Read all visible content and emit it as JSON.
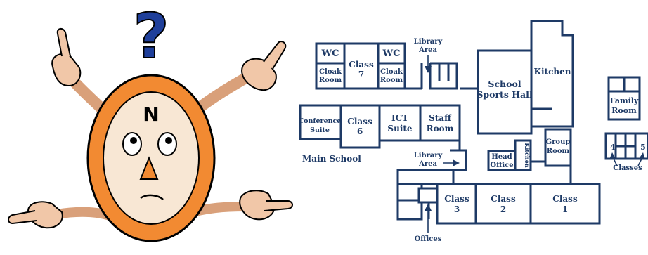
{
  "cartoon": {
    "compass_letter": "N",
    "question_mark": "?"
  },
  "floor_plan": {
    "rooms": {
      "wc_left": "WC",
      "wc_right": "WC",
      "class7_line1": "Class",
      "class7_line2": "7",
      "cloak_left_line1": "Cloak",
      "cloak_left_line2": "Room",
      "cloak_right_line1": "Cloak",
      "cloak_right_line2": "Room",
      "conference_line1": "Conference",
      "conference_line2": "Suite",
      "class6_line1": "Class",
      "class6_line2": "6",
      "ict_line1": "ICT",
      "ict_line2": "Suite",
      "staff_line1": "Staff",
      "staff_line2": "Room",
      "sports_line1": "School",
      "sports_line2": "Sports Hall",
      "kitchen": "Kitchen",
      "family_line1": "Family",
      "family_line2": "Room",
      "group_line1": "Group",
      "group_line2": "Room",
      "head_line1": "Head",
      "head_line2": "Office",
      "kitchen_small": "Kitchen",
      "class3_line1": "Class",
      "class3_line2": "3",
      "class2_line1": "Class",
      "class2_line2": "2",
      "class1_line1": "Class",
      "class1_line2": "1",
      "class4": "4",
      "class5": "5"
    },
    "labels": {
      "library_area_top_line1": "Library",
      "library_area_top_line2": "Area",
      "library_area_mid_line1": "Library",
      "library_area_mid_line2": "Area",
      "main_school": "Main School",
      "offices": "Offices",
      "classes": "Classes"
    }
  }
}
